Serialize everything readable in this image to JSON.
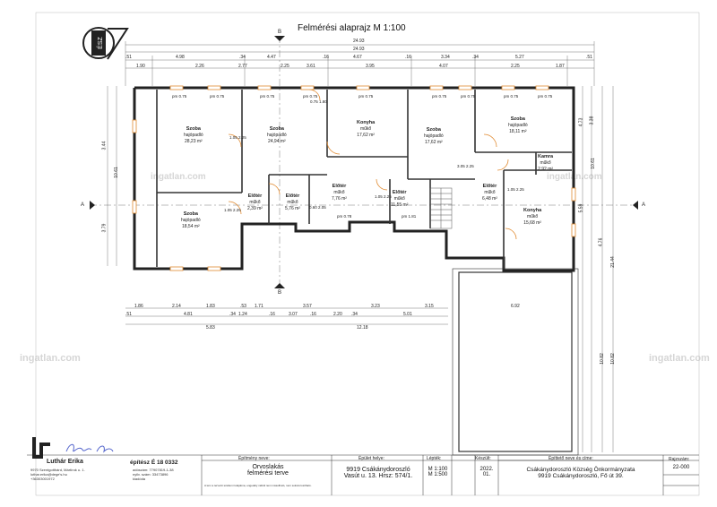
{
  "title": "Felmérési alaprajz  M 1:100",
  "section_marks": {
    "top": "B",
    "bottom": "B",
    "left": "A",
    "right": "A"
  },
  "dims_top_total": [
    "24.93",
    "24.93"
  ],
  "dims_top_row1": [
    ".51",
    "4.98",
    ".34",
    "4.47",
    ".16",
    "4.67",
    ".16",
    "3.34",
    ".34",
    "5.27",
    ".51"
  ],
  "dims_top_row2": [
    "1.90",
    "2.26",
    "2.77",
    "2.25",
    "3.61",
    "3.95",
    "4.07",
    "2.25",
    "1.87"
  ],
  "dims_bottom_row1": [
    "1.86",
    "2.14",
    "1.83",
    ".53",
    "1.71",
    "3.57",
    "3.23",
    "3.15",
    "6.92"
  ],
  "dims_bottom_row2": [
    ".51",
    "4.81",
    ".34",
    "1.24",
    ".16",
    "3.07",
    ".16",
    "2.20",
    ".34",
    "5.01"
  ],
  "dims_bottom_total": [
    "5.83",
    "12.18"
  ],
  "dims_left": [
    "3.44",
    "10.61",
    "3.79"
  ],
  "dims_right": [
    "4.73",
    "3.38",
    "5.59",
    "10.61",
    "4.76",
    "21.44",
    "10.82",
    "10.82"
  ],
  "windows_top": [
    "pm 0.75",
    "pm 0.75",
    "pm 0.75",
    "pm 0.75",
    "pm 0.75",
    "pm 0.75",
    "pm 0.75",
    "pm 0.75",
    "pm 0.75"
  ],
  "rooms": [
    {
      "name": "Szoba",
      "sub": "hajópadló",
      "area": "28,23 m²"
    },
    {
      "name": "Szoba",
      "sub": "hajópadló",
      "area": "24,94 m²"
    },
    {
      "name": "Konyha",
      "sub": "műkő",
      "area": "17,62 m²"
    },
    {
      "name": "Szoba",
      "sub": "hajópadló",
      "area": "17,62 m²"
    },
    {
      "name": "Szoba",
      "sub": "hajópadló",
      "area": "18,11 m²"
    },
    {
      "name": "Kamra",
      "sub": "műkő",
      "area": "2,92 m²"
    },
    {
      "name": "Előtér",
      "sub": "műkő",
      "area": "6,48 m²"
    },
    {
      "name": "Konyha",
      "sub": "műkő",
      "area": "15,68 m²"
    },
    {
      "name": "Szoba",
      "sub": "hajópadló",
      "area": "18,54 m²"
    },
    {
      "name": "Előtér",
      "sub": "műkő",
      "area": "2,39 m²"
    },
    {
      "name": "Előtér",
      "sub": "műkő",
      "area": "5,76 m²"
    },
    {
      "name": "Előtér",
      "sub": "műkő",
      "area": "7,76 m²"
    },
    {
      "name": "Előtér",
      "sub": "műkő",
      "area": "11,55 m²"
    }
  ],
  "door_labels": [
    "1.05 2.25",
    "0.75 1.80",
    "1.05 2.25",
    "3.05 2.25",
    "1.05 2.25",
    "0.60 2.05",
    "1.05 2.25",
    "pm 0.78",
    "pm 1.81"
  ],
  "watermark": "ingatlan.com",
  "title_block": {
    "designer_name": "Luthár Erika",
    "designer_addr": [
      "9970 Szentgotthárd, Mártírok u. 1.",
      "luthar.erika@dege's.hu",
      "+36303001972"
    ],
    "license": "építész É 18 0332",
    "tax_lines": [
      "adószám: 77907819-1-38",
      "nyilv. szám: 33473896",
      "kiadóda"
    ],
    "labels": {
      "building": "Építmény neve:",
      "location": "Épület helye:",
      "scale": "Lépték:",
      "made": "Készült:",
      "client": "Építtető neve és címe:",
      "drawing_no": "Rajzszám:"
    },
    "building_name": [
      "Orvoslakás",
      "felmérési terve"
    ],
    "location": [
      "9919 Csákánydoroszló",
      "Vasút u. 13.  Hrsz: 574/1."
    ],
    "scale": [
      "M 1:100",
      "M 1:500"
    ],
    "made": [
      "2022.",
      "01."
    ],
    "client": [
      "Csákánydoroszló Község Önkormányzata",
      "9919 Csákánydoroszló, Fő út 39."
    ],
    "drawing_no": "22-000",
    "fine_print": "A terv a tervező szellemi tulajdona, engedély nélkül nem másolható, nem sokszorosítható.",
    "logo_letters": "ÉSZ"
  }
}
